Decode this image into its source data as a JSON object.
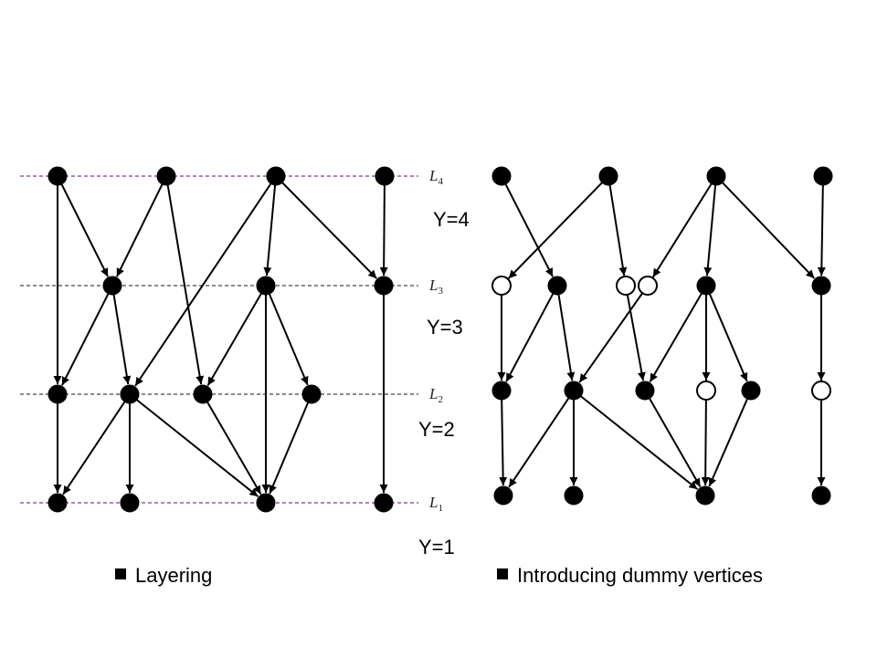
{
  "layers": [
    {
      "id": "L4",
      "name": "L",
      "index": "4"
    },
    {
      "id": "L3",
      "name": "L",
      "index": "3"
    },
    {
      "id": "L2",
      "name": "L",
      "index": "2"
    },
    {
      "id": "L1",
      "name": "L",
      "index": "1"
    }
  ],
  "y_labels": [
    "Y=4",
    "Y=3",
    "Y=2",
    "Y=1"
  ],
  "captions": {
    "left": "Layering",
    "right": "Introducing dummy vertices"
  },
  "colors": {
    "node": "#000000",
    "edge": "#000000",
    "layer_line": "#7a3f86",
    "dummy_fill": "#ffffff"
  }
}
